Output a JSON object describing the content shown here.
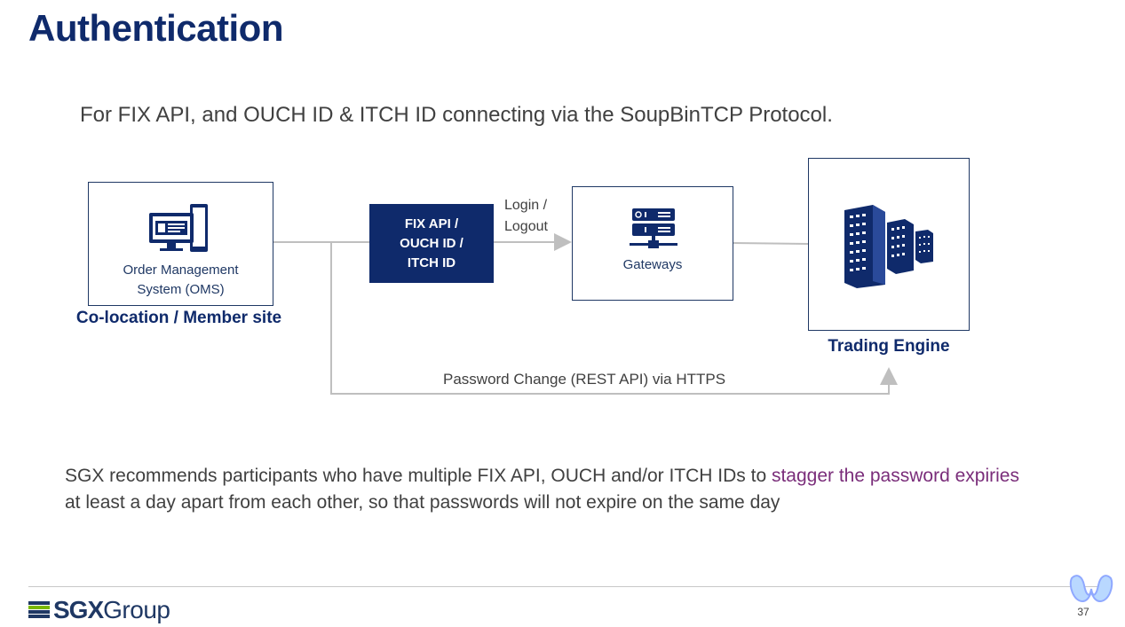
{
  "slide": {
    "title": "Authentication",
    "subtitle": "For FIX API, and OUCH ID & ITCH ID connecting via the SoupBinTCP Protocol.",
    "page_number": "37"
  },
  "diagram": {
    "oms": {
      "line1": "Order Management",
      "line2": "System (OMS)"
    },
    "colocation_label": "Co-location / Member site",
    "fix_box": {
      "line1": "FIX API /",
      "line2": "OUCH ID /",
      "line3": "ITCH ID"
    },
    "login_label": {
      "line1": "Login /",
      "line2": "Logout"
    },
    "gateways_label": "Gateways",
    "trading_engine_label": "Trading Engine",
    "password_change_label": "Password Change (REST API) via HTTPS"
  },
  "note": {
    "part1": "SGX recommends participants who have multiple FIX API, OUCH and/or ITCH IDs to ",
    "highlight": "stagger the password expiries",
    "part2": " at least a day apart from each other, so that passwords will not expire on the same day"
  },
  "footer": {
    "logo_bold": "SGX",
    "logo_regular": "Group"
  },
  "colors": {
    "title": "#0f2a6b",
    "box_fill": "#0f2a6b",
    "highlight": "#7a2d7a"
  }
}
